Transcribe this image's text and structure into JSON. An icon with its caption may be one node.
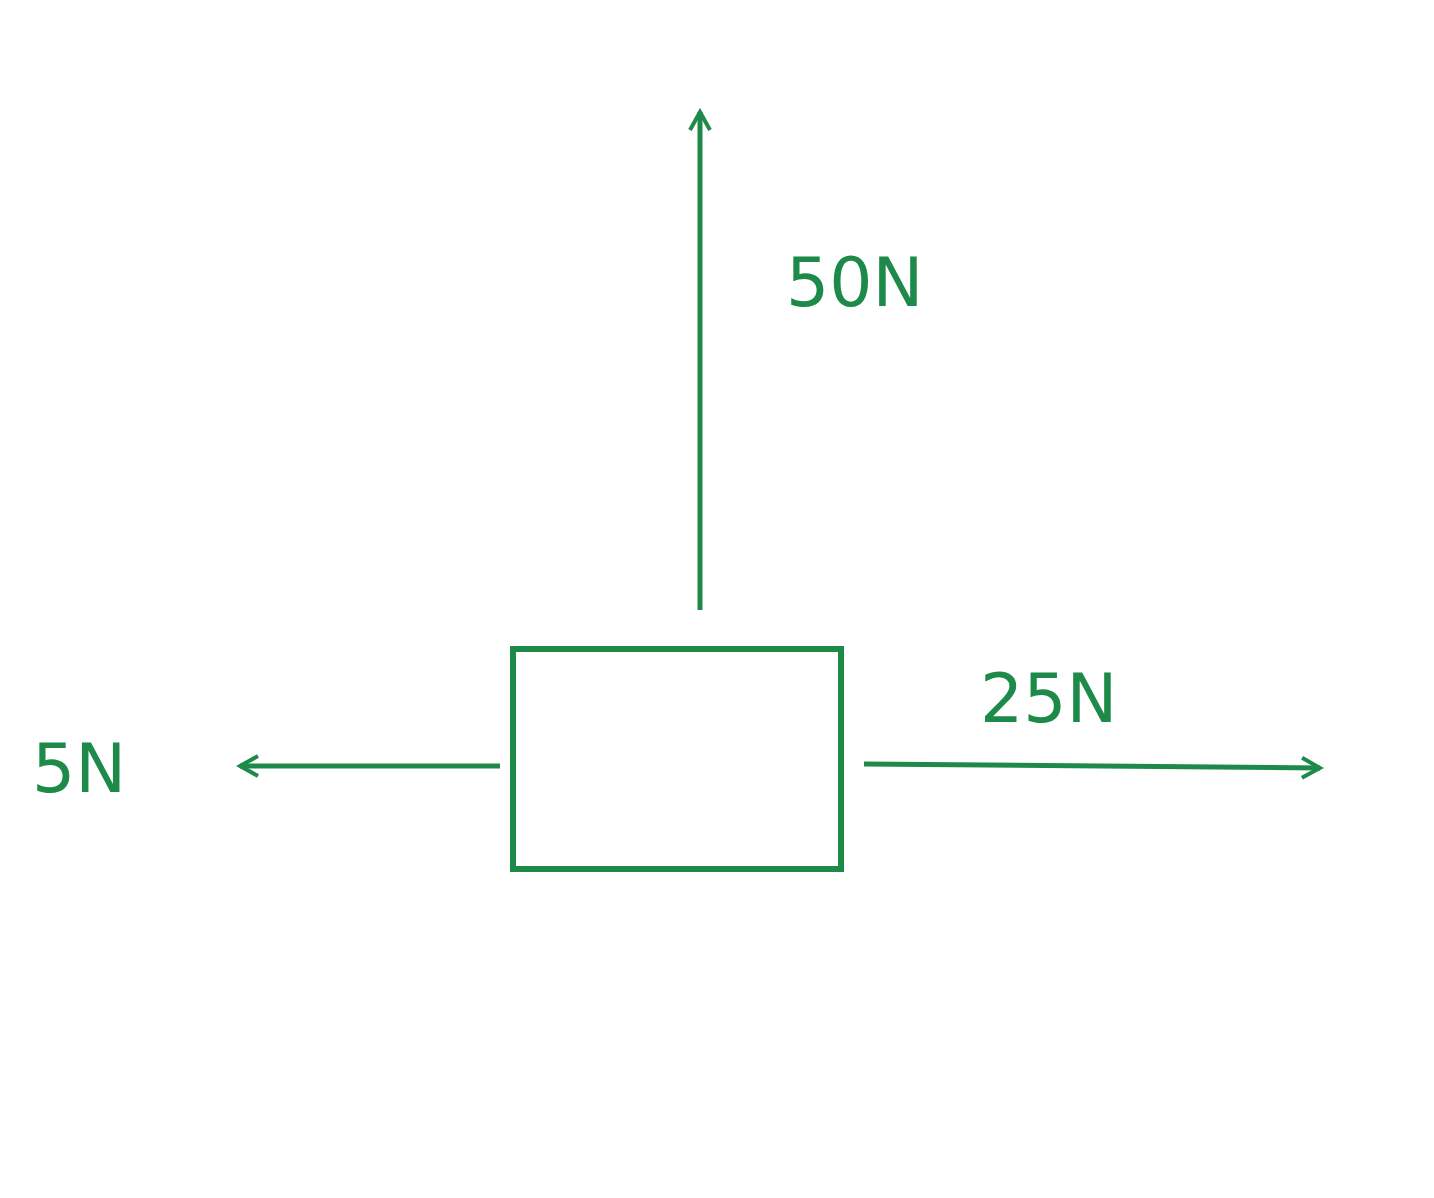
{
  "diagram": {
    "nodes": [
      {
        "text": [],
        "shape": "box"
      }
    ],
    "labels": [
      "50N",
      "5N",
      "25N"
    ]
  }
}
